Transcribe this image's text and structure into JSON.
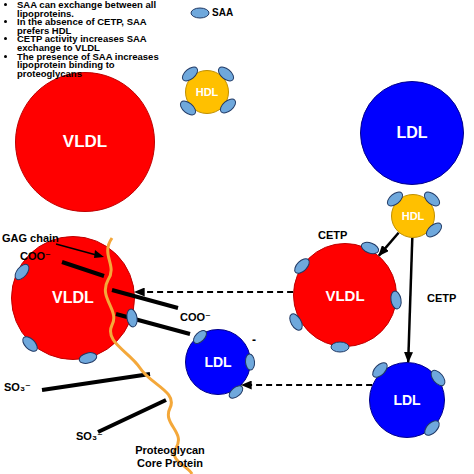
{
  "diagram": {
    "nodes": [
      {
        "text": [
          "VLDL"
        ]
      },
      {
        "text": [
          "HDL"
        ]
      },
      {
        "text": [
          "LDL"
        ]
      },
      {
        "text": [
          "HDL"
        ]
      },
      {
        "text": [
          "VLDL"
        ]
      },
      {
        "text": [
          "LDL"
        ]
      },
      {
        "text": [
          "VLDL"
        ]
      },
      {
        "text": [
          "LDL"
        ]
      }
    ],
    "edges": [
      {
        "from": 3,
        "to": 4,
        "label": "CETP",
        "arrow": "to"
      },
      {
        "from": 3,
        "to": 5,
        "label": "CETP",
        "arrow": "to"
      },
      {
        "from": 4,
        "to": 6,
        "arrow": "to"
      },
      {
        "from": 5,
        "to": 7,
        "arrow": "to"
      }
    ],
    "labels": [
      "SAA can exchange between all lipoproteins.",
      "In the absence of CETP, SAA prefers HDL",
      "CETP activity increases SAA exchange to VLDL",
      "The presence of SAA increases lipoprotein binding to proteoglycans",
      "GAG chain",
      "COO⁻",
      "COO⁻",
      "-",
      "SO₃⁻",
      "SO₃⁻",
      "Proteoglycan Core Protein"
    ],
    "legend": [
      {
        "text": "SAA"
      }
    ]
  }
}
